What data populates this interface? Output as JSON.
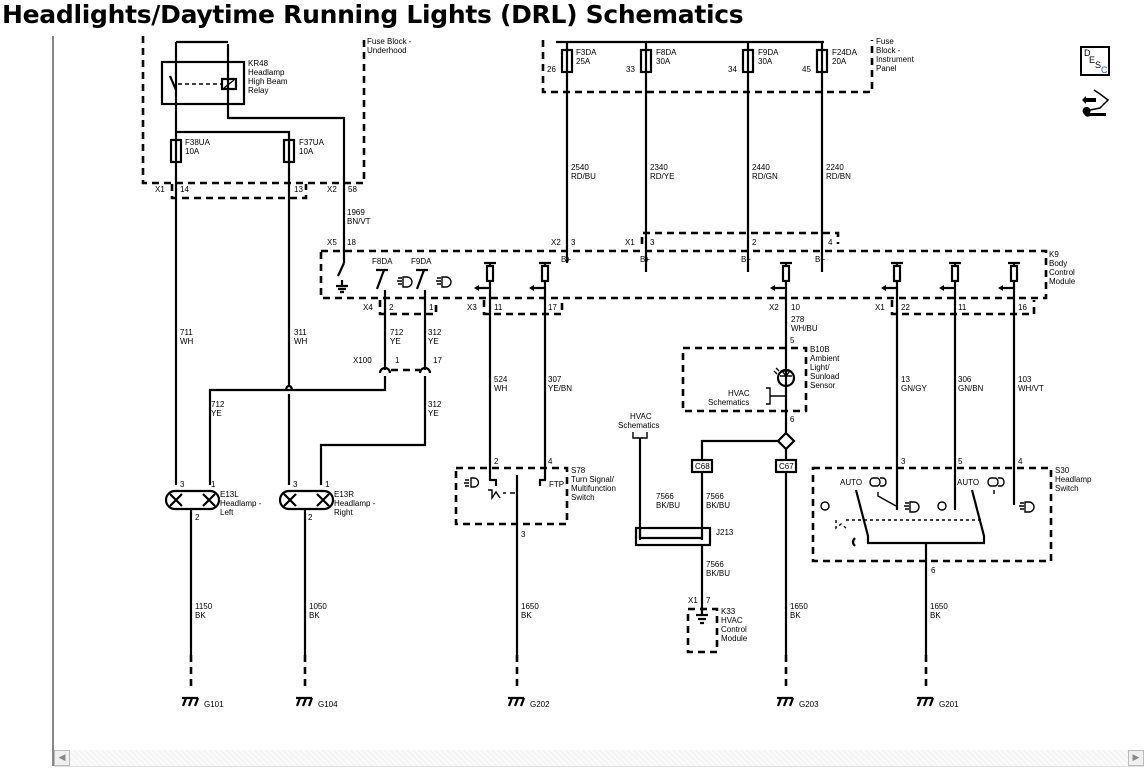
{
  "page": {
    "title": "Headlights/Daytime Running Lights (DRL) Schematics"
  },
  "toolbar": {
    "desc_letters": [
      "D",
      "E",
      "S",
      "C"
    ],
    "desc_colors": [
      "#000000",
      "#000000",
      "#000000",
      "#1f5fbf"
    ]
  },
  "scrollbar": {
    "left_arrow": "◀",
    "right_arrow": "▶"
  },
  "components": {
    "fuse_block_underhood": [
      "Fuse Block -",
      "Underhood"
    ],
    "fuse_block_ip": [
      "Fuse",
      "Block -",
      "Instrument",
      "Panel"
    ],
    "kr48": [
      "KR48",
      "Headlamp",
      "High Beam",
      "Relay"
    ],
    "k9": [
      "K9",
      "Body",
      "Control",
      "Module"
    ],
    "e13l": [
      "E13L",
      "Headlamp -",
      "Left"
    ],
    "e13r": [
      "E13R",
      "Headlamp -",
      "Right"
    ],
    "s78": [
      "S78",
      "Turn Signal/",
      "Multifunction",
      "Switch"
    ],
    "b10b": [
      "B10B",
      "Ambient",
      "Light/",
      "Sunload",
      "Sensor"
    ],
    "k33": [
      "K33",
      "HVAC",
      "Control",
      "Module"
    ],
    "s30": [
      "S30",
      "Headlamp",
      "Switch"
    ],
    "hvac_ref_1": [
      "HVAC",
      "Schematics"
    ],
    "hvac_ref_2": [
      "HVAC",
      "Schematics"
    ],
    "j213": "J213",
    "c68": "C68",
    "c67": "C67",
    "ftp": "FTP",
    "auto_1": "AUTO",
    "auto_2": "AUTO",
    "x100": "X100"
  },
  "fuses": [
    {
      "id": "F38UA",
      "rating": "10A"
    },
    {
      "id": "F37UA",
      "rating": "10A"
    },
    {
      "id": "F3DA",
      "rating": "25A",
      "pin": "26"
    },
    {
      "id": "F8DA",
      "rating": "30A",
      "pin": "33"
    },
    {
      "id": "F9DA",
      "rating": "30A",
      "pin": "34"
    },
    {
      "id": "F24DA",
      "rating": "20A",
      "pin": "45"
    }
  ],
  "bcm_switches": [
    "F8DA",
    "F9DA"
  ],
  "wires": [
    {
      "circuit": "1969",
      "color": "BN/VT"
    },
    {
      "circuit": "2540",
      "color": "RD/BU"
    },
    {
      "circuit": "2340",
      "color": "RD/YE"
    },
    {
      "circuit": "2440",
      "color": "RD/GN"
    },
    {
      "circuit": "2240",
      "color": "RD/BN"
    },
    {
      "circuit": "711",
      "color": "WH"
    },
    {
      "circuit": "311",
      "color": "WH"
    },
    {
      "circuit": "712",
      "color": "YE"
    },
    {
      "circuit": "312",
      "color": "YE"
    },
    {
      "circuit": "712",
      "color": "YE"
    },
    {
      "circuit": "312",
      "color": "YE"
    },
    {
      "circuit": "524",
      "color": "WH"
    },
    {
      "circuit": "307",
      "color": "YE/BN"
    },
    {
      "circuit": "278",
      "color": "WH/BU"
    },
    {
      "circuit": "13",
      "color": "GN/GY"
    },
    {
      "circuit": "306",
      "color": "GN/BN"
    },
    {
      "circuit": "103",
      "color": "WH/VT"
    },
    {
      "circuit": "7566",
      "color": "BK/BU"
    },
    {
      "circuit": "7566",
      "color": "BK/BU"
    },
    {
      "circuit": "7566",
      "color": "BK/BU"
    },
    {
      "circuit": "1150",
      "color": "BK"
    },
    {
      "circuit": "1050",
      "color": "BK"
    },
    {
      "circuit": "1650",
      "color": "BK"
    },
    {
      "circuit": "1650",
      "color": "BK"
    },
    {
      "circuit": "1650",
      "color": "BK"
    }
  ],
  "connectors": {
    "x1_uh": "X1",
    "x1_uh_pin": "14",
    "pin13": "13",
    "x2_uh": "X2",
    "x2_uh_pin": "58",
    "x5": "X5",
    "x5_pin": "18",
    "x2_bcm_top": "X2",
    "x2_bcm_top_pin": "3",
    "x1_bcm_top": "X1",
    "x1_bcm_top_pins": [
      "3",
      "2",
      "4"
    ],
    "b_plus": "B+",
    "x4": "X4",
    "x4_pins": [
      "2",
      "1"
    ],
    "x3": "X3",
    "x3_pins": [
      "11",
      "17"
    ],
    "x2_bcm_bot": "X2",
    "x2_bcm_bot_pin": "10",
    "x1_bcm_bot": "X1",
    "x1_bcm_bot_pins": [
      "22",
      "11",
      "16"
    ],
    "x100_pins": [
      "1",
      "17"
    ],
    "e13_pins": [
      "3",
      "1",
      "2"
    ],
    "s78_pins": [
      "2",
      "4",
      "3"
    ],
    "b10b_pins": [
      "5",
      "6"
    ],
    "s30_pins": [
      "3",
      "5",
      "4",
      "6"
    ],
    "k33_conn": "X1",
    "k33_pin": "7"
  },
  "grounds": [
    "G101",
    "G104",
    "G202",
    "G203",
    "G201"
  ]
}
